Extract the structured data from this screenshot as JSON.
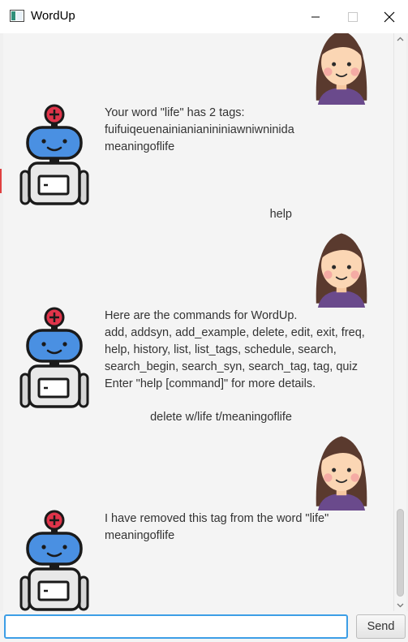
{
  "window": {
    "title": "WordUp",
    "controls": [
      "minimize-icon",
      "maximize-icon",
      "close-icon"
    ]
  },
  "colors": {
    "accent": "#3c9ee6",
    "robot_body": "#4a90e2",
    "robot_head_badge": "#e0344a",
    "user_hair": "#5a3a2e",
    "user_shirt": "#6a4a8c"
  },
  "dialog": [
    {
      "sender": "user",
      "avatar": "girl-avatar",
      "lines": []
    },
    {
      "sender": "bot",
      "avatar": "robot-avatar",
      "lines": [
        "Your word \"life\" has 2 tags:",
        "fuifuiqeuenainianianininiawniwninida",
        "meaningoflife"
      ]
    },
    {
      "sender": "user",
      "avatar": "girl-avatar",
      "lines": [
        "help"
      ]
    },
    {
      "sender": "bot",
      "avatar": "robot-avatar",
      "lines": [
        "Here are the commands for WordUp.",
        "add, addsyn, add_example, delete, edit, exit, freq,",
        "help, history, list, list_tags, schedule, search,",
        "search_begin, search_syn, search_tag, tag, quiz",
        "Enter \"help [command]\" for more details."
      ]
    },
    {
      "sender": "user",
      "avatar": "girl-avatar",
      "lines": [
        "delete w/life t/meaningoflife"
      ]
    },
    {
      "sender": "bot",
      "avatar": "robot-avatar",
      "lines": [
        "I have removed this tag from the word \"life\"",
        "meaningoflife"
      ]
    }
  ],
  "input": {
    "value": "",
    "placeholder": ""
  },
  "send_label": "Send"
}
